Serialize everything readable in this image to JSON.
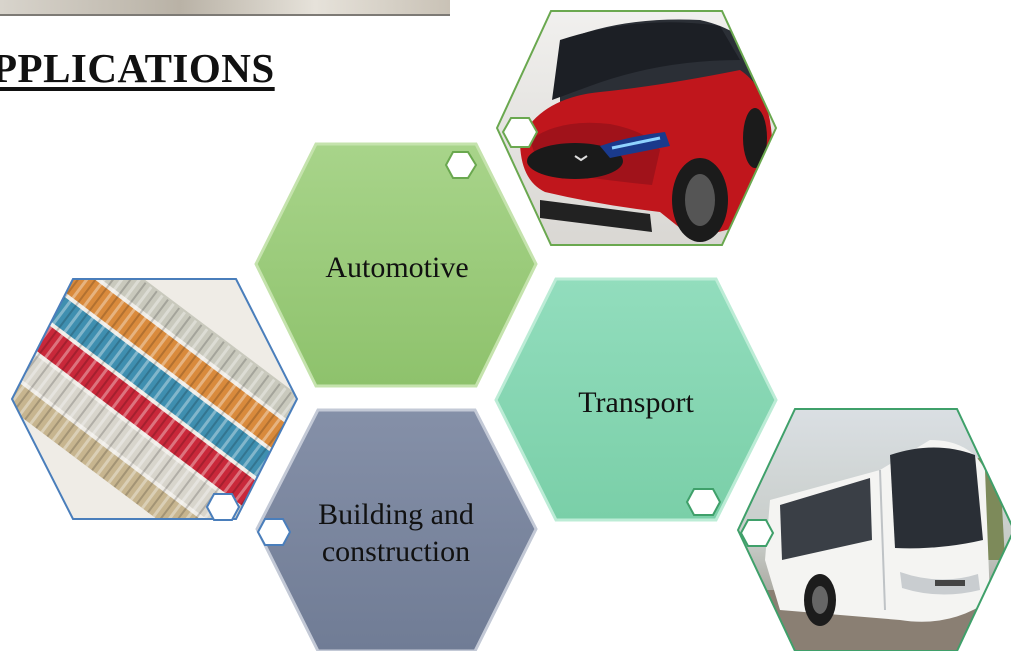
{
  "title": "PPLICATIONS",
  "hexagons": [
    {
      "id": "automotive",
      "lines": [
        "Automotive"
      ],
      "fill": "#9ccc7c"
    },
    {
      "id": "transport",
      "lines": [
        "Transport"
      ],
      "fill": "#86d8b4"
    },
    {
      "id": "building",
      "lines": [
        "Building and",
        "construction"
      ],
      "fill": "#7b879f"
    }
  ],
  "photos": [
    {
      "id": "car",
      "icon": "red-suv-photo",
      "border": "#6aa84f"
    },
    {
      "id": "rebar",
      "icon": "composite-rebar-photo",
      "border": "#4a7ebb"
    },
    {
      "id": "bus",
      "icon": "white-coach-bus-photo",
      "border": "#3fa06a"
    }
  ]
}
